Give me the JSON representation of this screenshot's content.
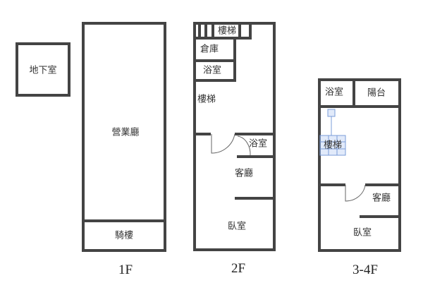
{
  "floors": {
    "f1": {
      "label": "1F",
      "basement": "地下室",
      "hall": "營業廳",
      "arcade": "騎樓"
    },
    "f2": {
      "label": "2F",
      "stairs_top": "樓梯",
      "storage": "倉庫",
      "bath_top": "浴室",
      "stairs": "樓梯",
      "bath": "浴室",
      "living": "客廳",
      "bedroom": "臥室"
    },
    "f34": {
      "label": "3-4F",
      "bath": "浴室",
      "balcony": "陽台",
      "stairs": "樓梯",
      "living": "客廳",
      "bedroom": "臥室"
    }
  }
}
